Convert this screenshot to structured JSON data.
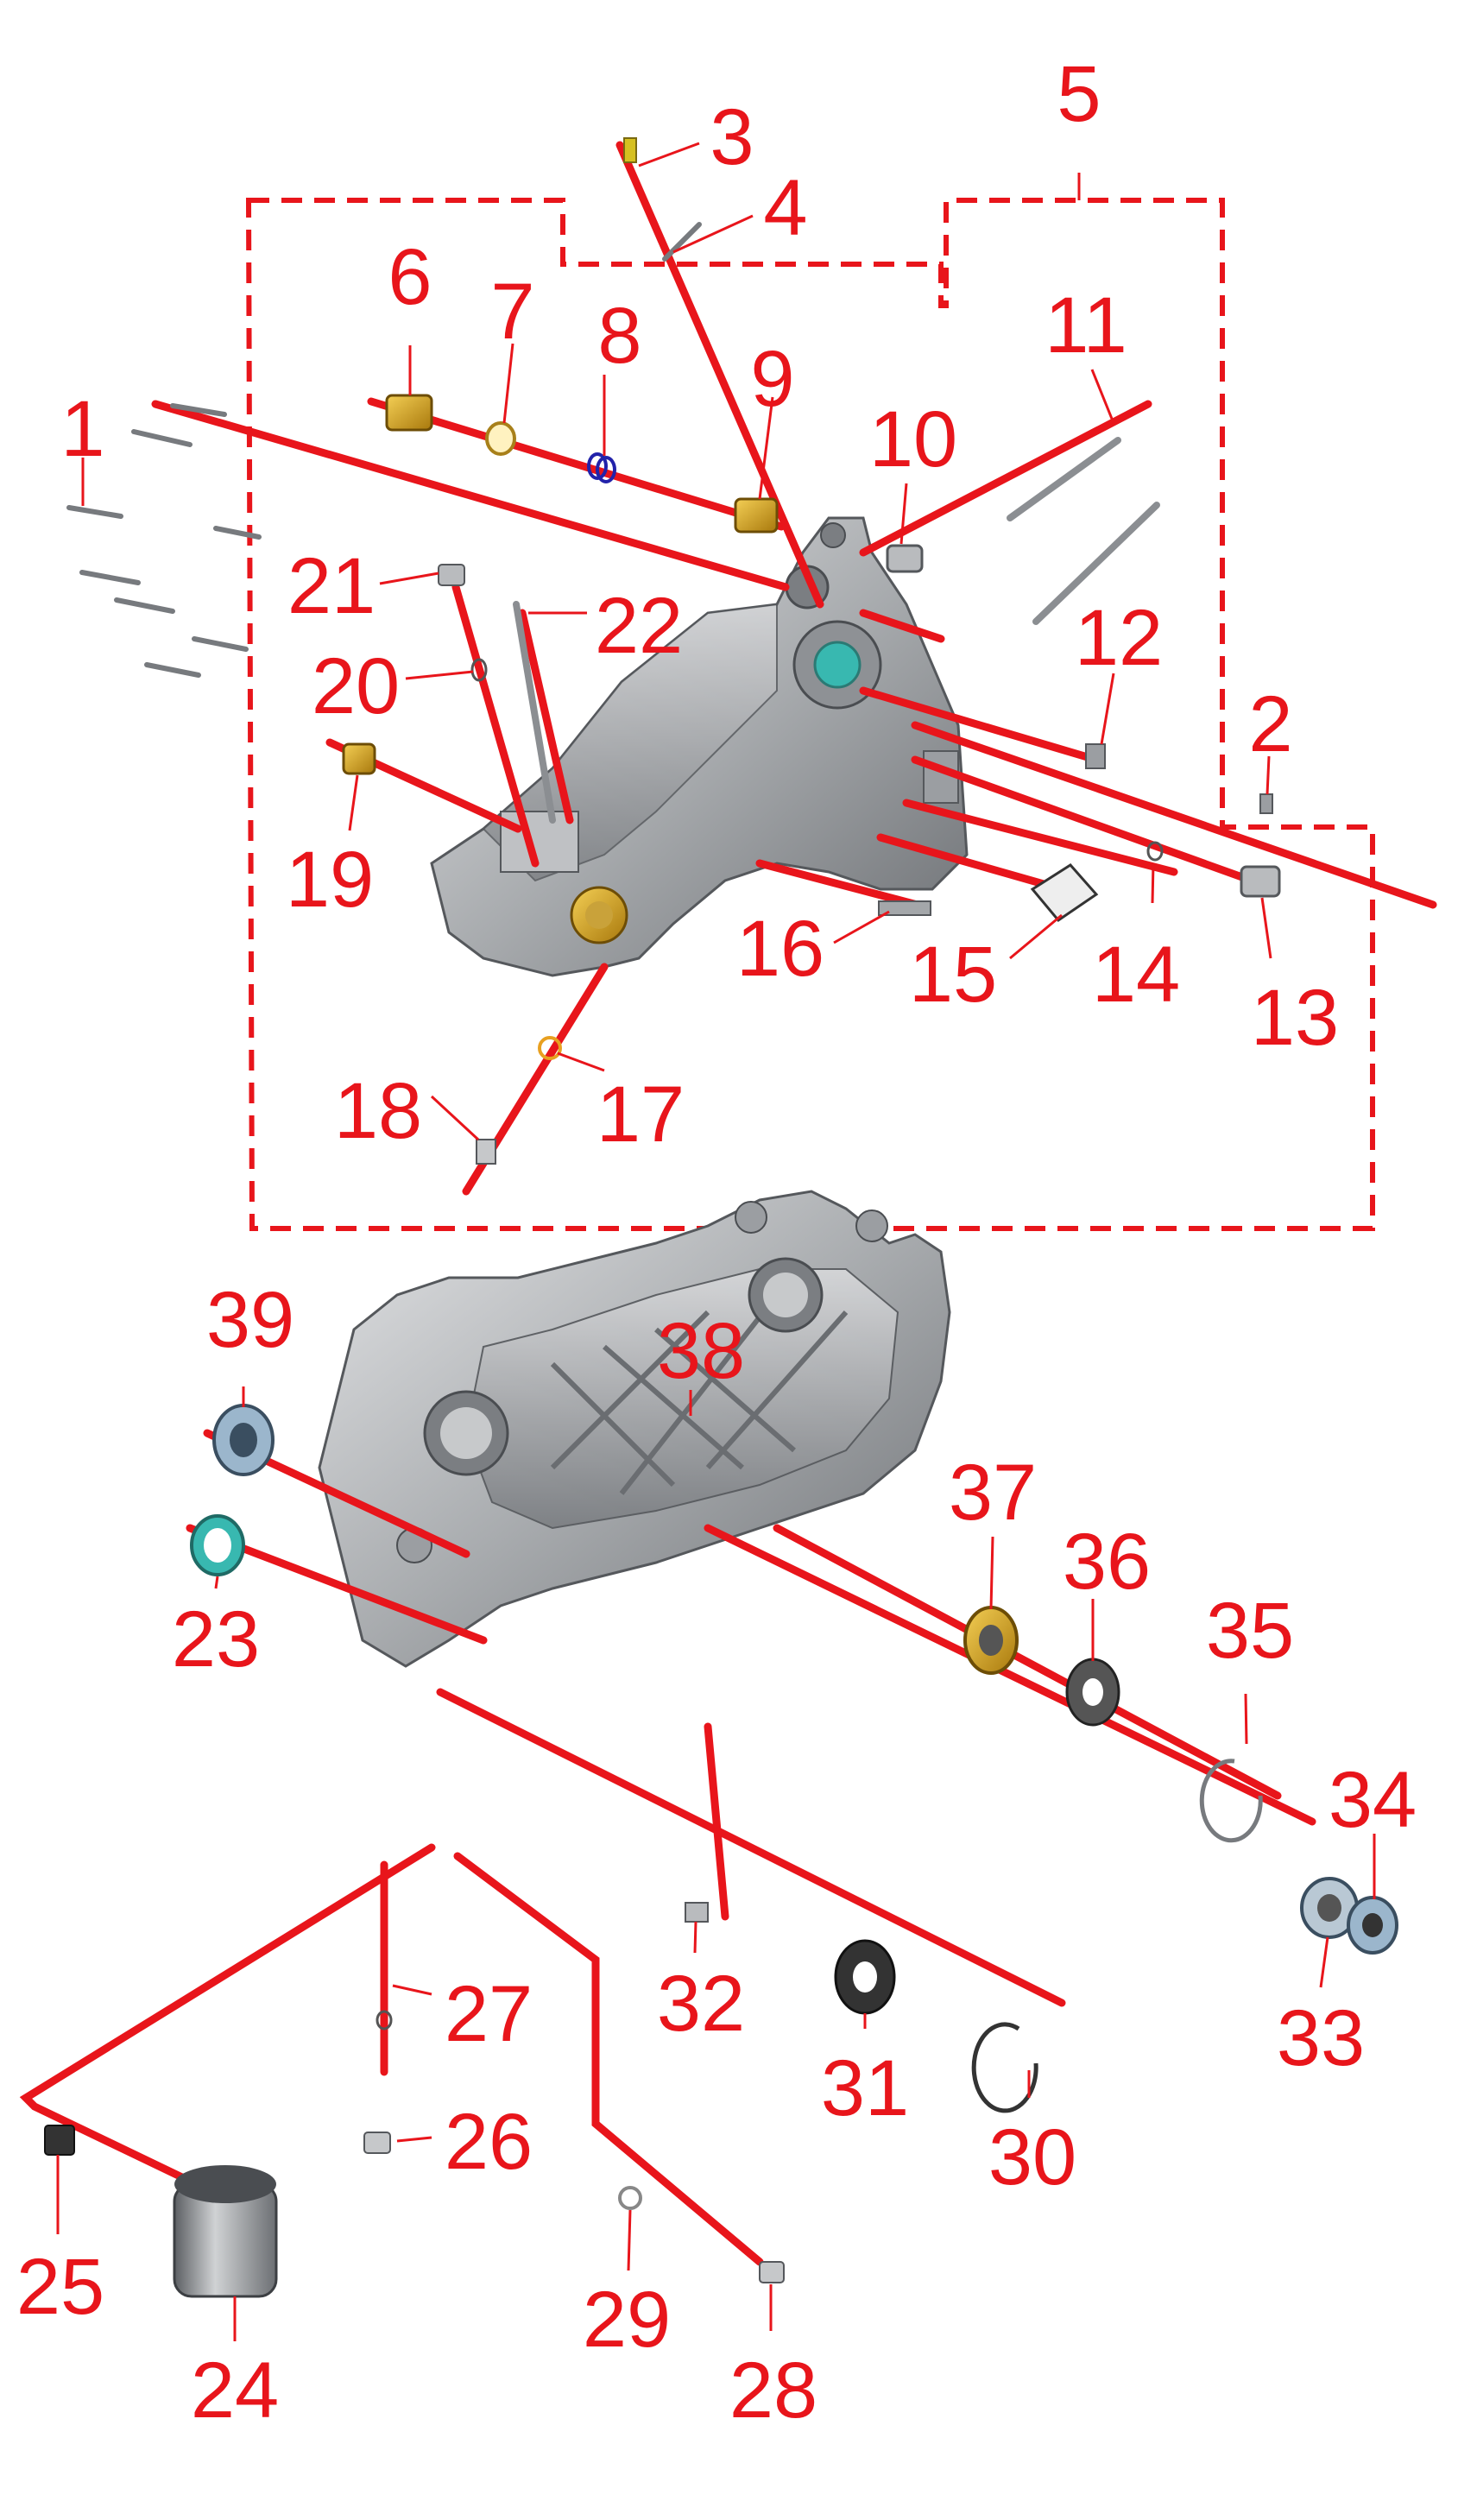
{
  "labels": [
    "1",
    "2",
    "3",
    "4",
    "5",
    "6",
    "7",
    "8",
    "9",
    "10",
    "11",
    "12",
    "13",
    "14",
    "15",
    "16",
    "17",
    "18",
    "19",
    "20",
    "21",
    "22",
    "23",
    "24",
    "25",
    "26",
    "27",
    "28",
    "29",
    "30",
    "31",
    "32",
    "33",
    "34",
    "35",
    "36",
    "37",
    "38",
    "39"
  ],
  "colors": {
    "callout": "#e8151b",
    "housing_light": "#d2d4d6",
    "housing_mid": "#a4a7aa",
    "housing_dark": "#66696d",
    "bushing": "#d6a21a",
    "oring": "#2222aa",
    "seal": "#38b8b0",
    "bearing": "#9bb6cc",
    "washer": "#333333",
    "filter": "#8c8f92"
  }
}
